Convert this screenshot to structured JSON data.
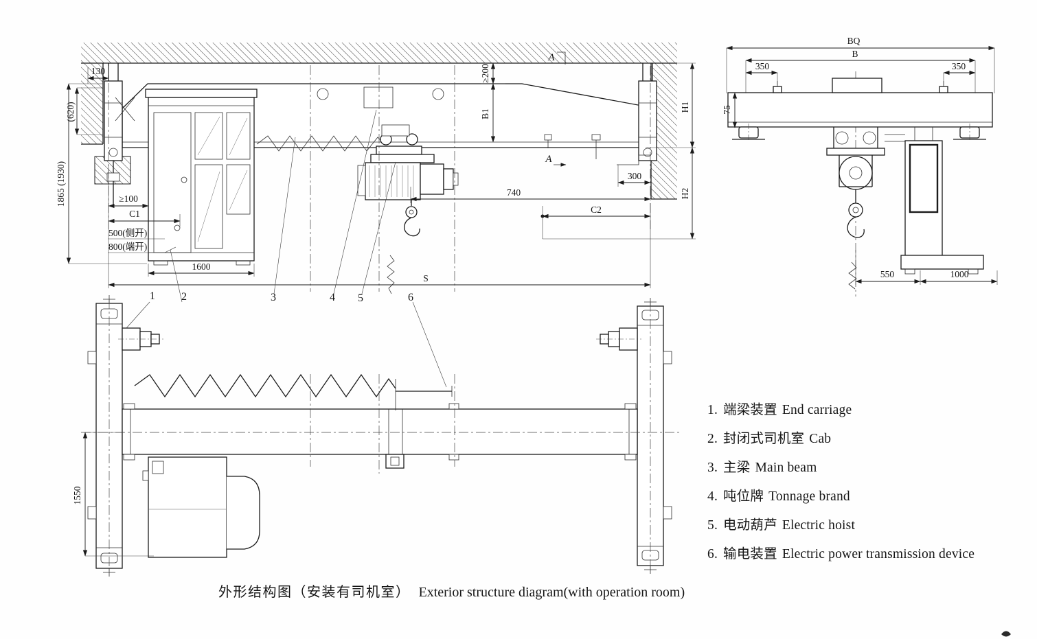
{
  "dims": {
    "d130": "130",
    "d620": "(620)",
    "d1865": "1865 (1930)",
    "ge100": "≥100",
    "c1": "C1",
    "d500": "500(侧开)",
    "d800": "800(端开)",
    "d1600": "1600",
    "ge200": "≥200",
    "b1": "B1",
    "h1": "H1",
    "h2": "H2",
    "d300": "300",
    "d740": "740",
    "c2": "C2",
    "s": "S",
    "d1550": "1550",
    "bq": "BQ",
    "b": "B",
    "d350_left": "350",
    "d350_right": "350",
    "d75": "75",
    "d550": "550",
    "d1000": "1000"
  },
  "sections": {
    "a": "A"
  },
  "callouts": [
    "1",
    "2",
    "3",
    "4",
    "5",
    "6"
  ],
  "legend": {
    "items": [
      {
        "num": "1.",
        "zh": "端梁装置",
        "en": "End carriage"
      },
      {
        "num": "2.",
        "zh": "封闭式司机室",
        "en": "Cab"
      },
      {
        "num": "3.",
        "zh": "主梁",
        "en": "Main beam"
      },
      {
        "num": "4.",
        "zh": "吨位牌",
        "en": "Tonnage brand"
      },
      {
        "num": "5.",
        "zh": "电动葫芦",
        "en": "Electric hoist"
      },
      {
        "num": "6.",
        "zh": "输电装置",
        "en": "Electric power transmission device"
      }
    ]
  },
  "caption": {
    "zh": "外形结构图（安装有司机室）",
    "en": "Exterior structure diagram(with operation room)"
  }
}
